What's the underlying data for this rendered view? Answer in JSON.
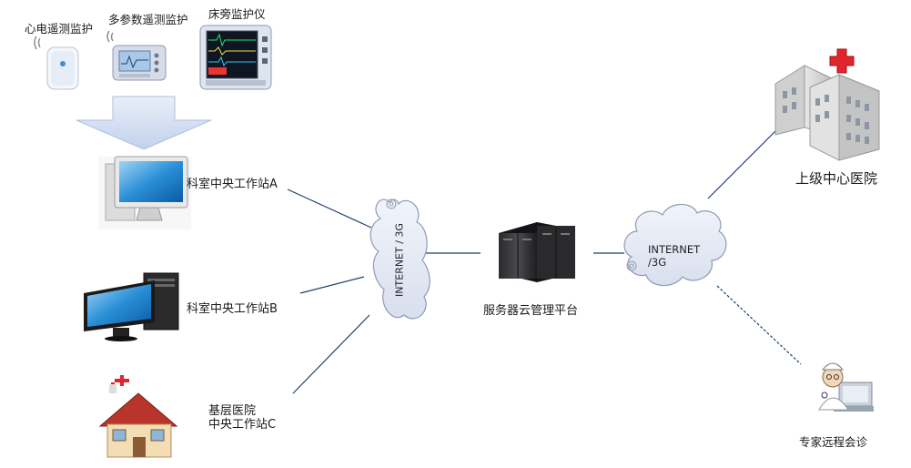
{
  "devices": {
    "ecg_telemetry": "心电遥测监护",
    "multi_param_telemetry": "多参数遥测监护",
    "bedside_monitor": "床旁监护仪"
  },
  "workstations": {
    "a": "科室中央工作站A",
    "b": "科室中央工作站B",
    "c_line1": "基层医院",
    "c_line2": "中央工作站C"
  },
  "network": {
    "left_cloud": "INTERNET / 3G",
    "right_cloud_line1": "INTERNET",
    "right_cloud_line2": "/3G"
  },
  "server": {
    "label": "服务器云管理平台"
  },
  "destinations": {
    "hospital": "上级中心医院",
    "expert": "专家远程会诊"
  },
  "colors": {
    "link_line": "#1f3f6e",
    "arrow_fill": "#c9d7ee",
    "cloud_fill": "#e6ebf5",
    "cloud_stroke": "#8e9bb5",
    "cross_red": "#e0262b"
  }
}
